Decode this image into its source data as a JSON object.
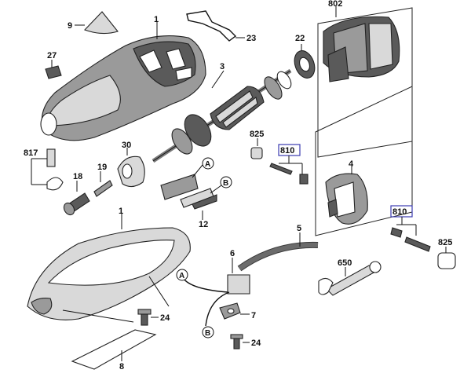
{
  "title": "",
  "labels": {
    "p9": "9",
    "p1a": "1",
    "p23": "23",
    "p802": "802",
    "p22": "22",
    "p27": "27",
    "p3": "3",
    "p825a": "825",
    "p810a": "810",
    "p4": "4",
    "p817": "817",
    "p30": "30",
    "p18": "18",
    "p19": "19",
    "p12": "12",
    "p1b": "1",
    "p5": "5",
    "p6": "6",
    "p810b": "810",
    "p825b": "825",
    "p650": "650",
    "p24a": "24",
    "p7": "7",
    "p24b": "24",
    "p8": "8"
  },
  "connectors": {
    "a1": "A",
    "a2": "A",
    "b1": "B",
    "b2": "B"
  },
  "colors": {
    "highlight_box": "#3b3bb0",
    "line": "#111111",
    "part_dark": "#5a5a5a",
    "part_mid": "#9a9a9a",
    "part_light": "#d9d9d9"
  }
}
